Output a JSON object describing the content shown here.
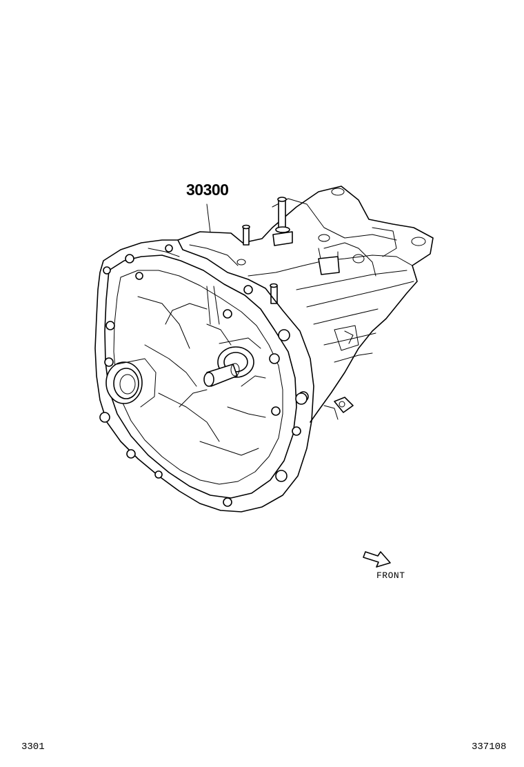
{
  "diagram": {
    "part_number": "30300",
    "direction_label": "FRONT",
    "page_code": "3301",
    "diagram_id": "337108"
  }
}
